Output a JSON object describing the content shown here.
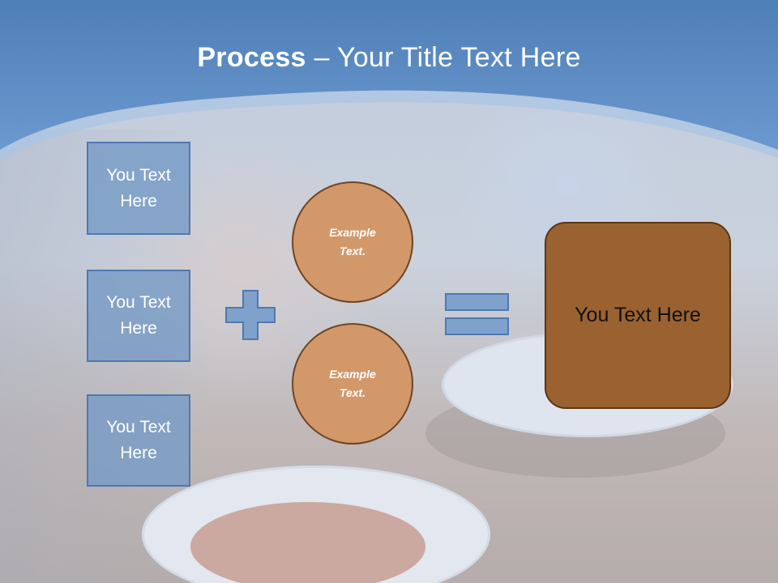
{
  "slide": {
    "title_bold": "Process",
    "title_rest": " – Your Title Text Here",
    "left_boxes": [
      {
        "line1": "You Text",
        "line2": "Here"
      },
      {
        "line1": "You Text",
        "line2": "Here"
      },
      {
        "line1": "You Text",
        "line2": "Here"
      }
    ],
    "circles": [
      {
        "line1": "Example",
        "line2": "Text."
      },
      {
        "line1": "Example",
        "line2": "Text."
      }
    ],
    "result_text": "You Text Here",
    "colors": {
      "header_blue": "#5b8bc4",
      "box_blue": "#789bc6",
      "box_border": "#4f79b0",
      "circle_fill": "#d2986a",
      "result_fill": "#9a6230"
    }
  }
}
